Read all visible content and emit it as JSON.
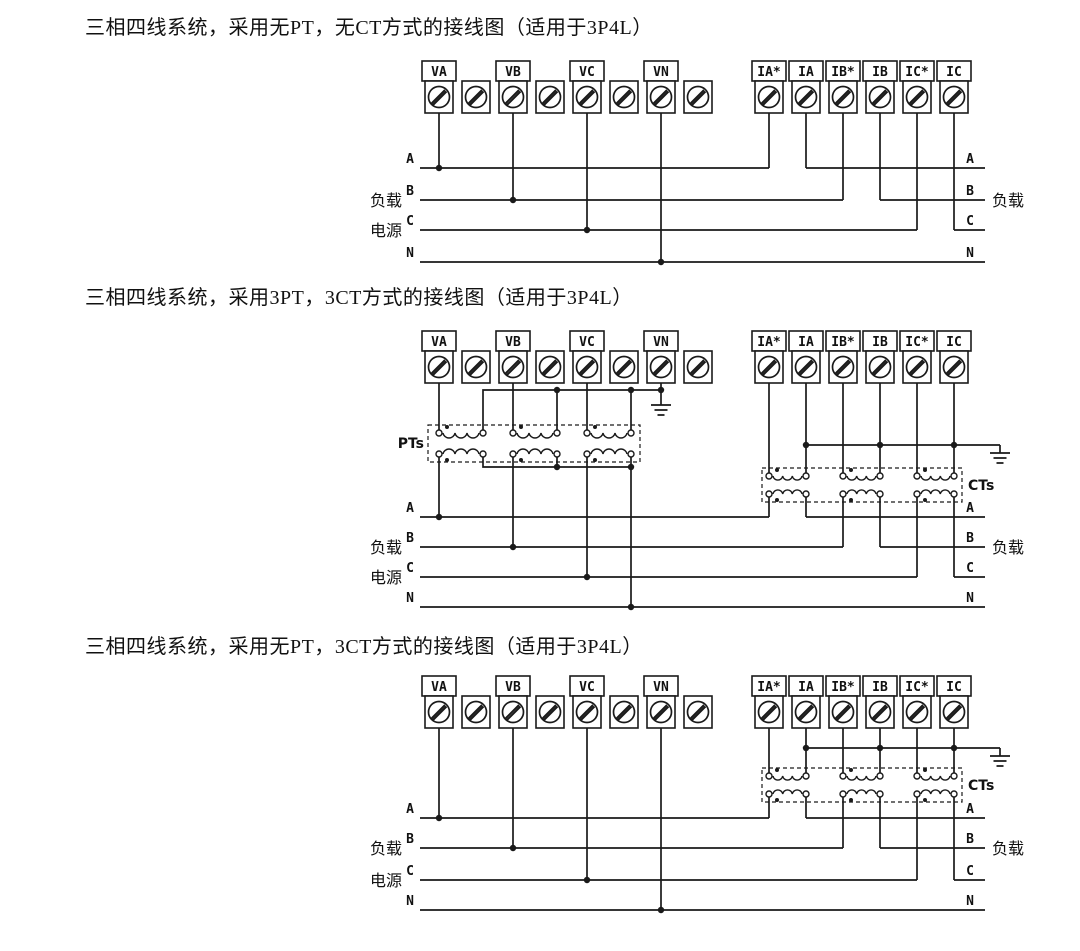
{
  "titles": {
    "d1": "三相四线系统，采用无PT，无CT方式的接线图（适用于3P4L）",
    "d2": "三相四线系统，采用3PT，3CT方式的接线图（适用于3P4L）",
    "d3": "三相四线系统，采用无PT，3CT方式的接线图（适用于3P4L）"
  },
  "terminals": {
    "voltage": [
      "VA",
      "VB",
      "VC",
      "VN"
    ],
    "current": [
      "IA*",
      "IA",
      "IB*",
      "IB",
      "IC*",
      "IC"
    ]
  },
  "bus": [
    "A",
    "B",
    "C",
    "N"
  ],
  "side": {
    "load": "负载",
    "source": "电源"
  },
  "components": {
    "pt": "PTs",
    "ct": "CTs"
  }
}
